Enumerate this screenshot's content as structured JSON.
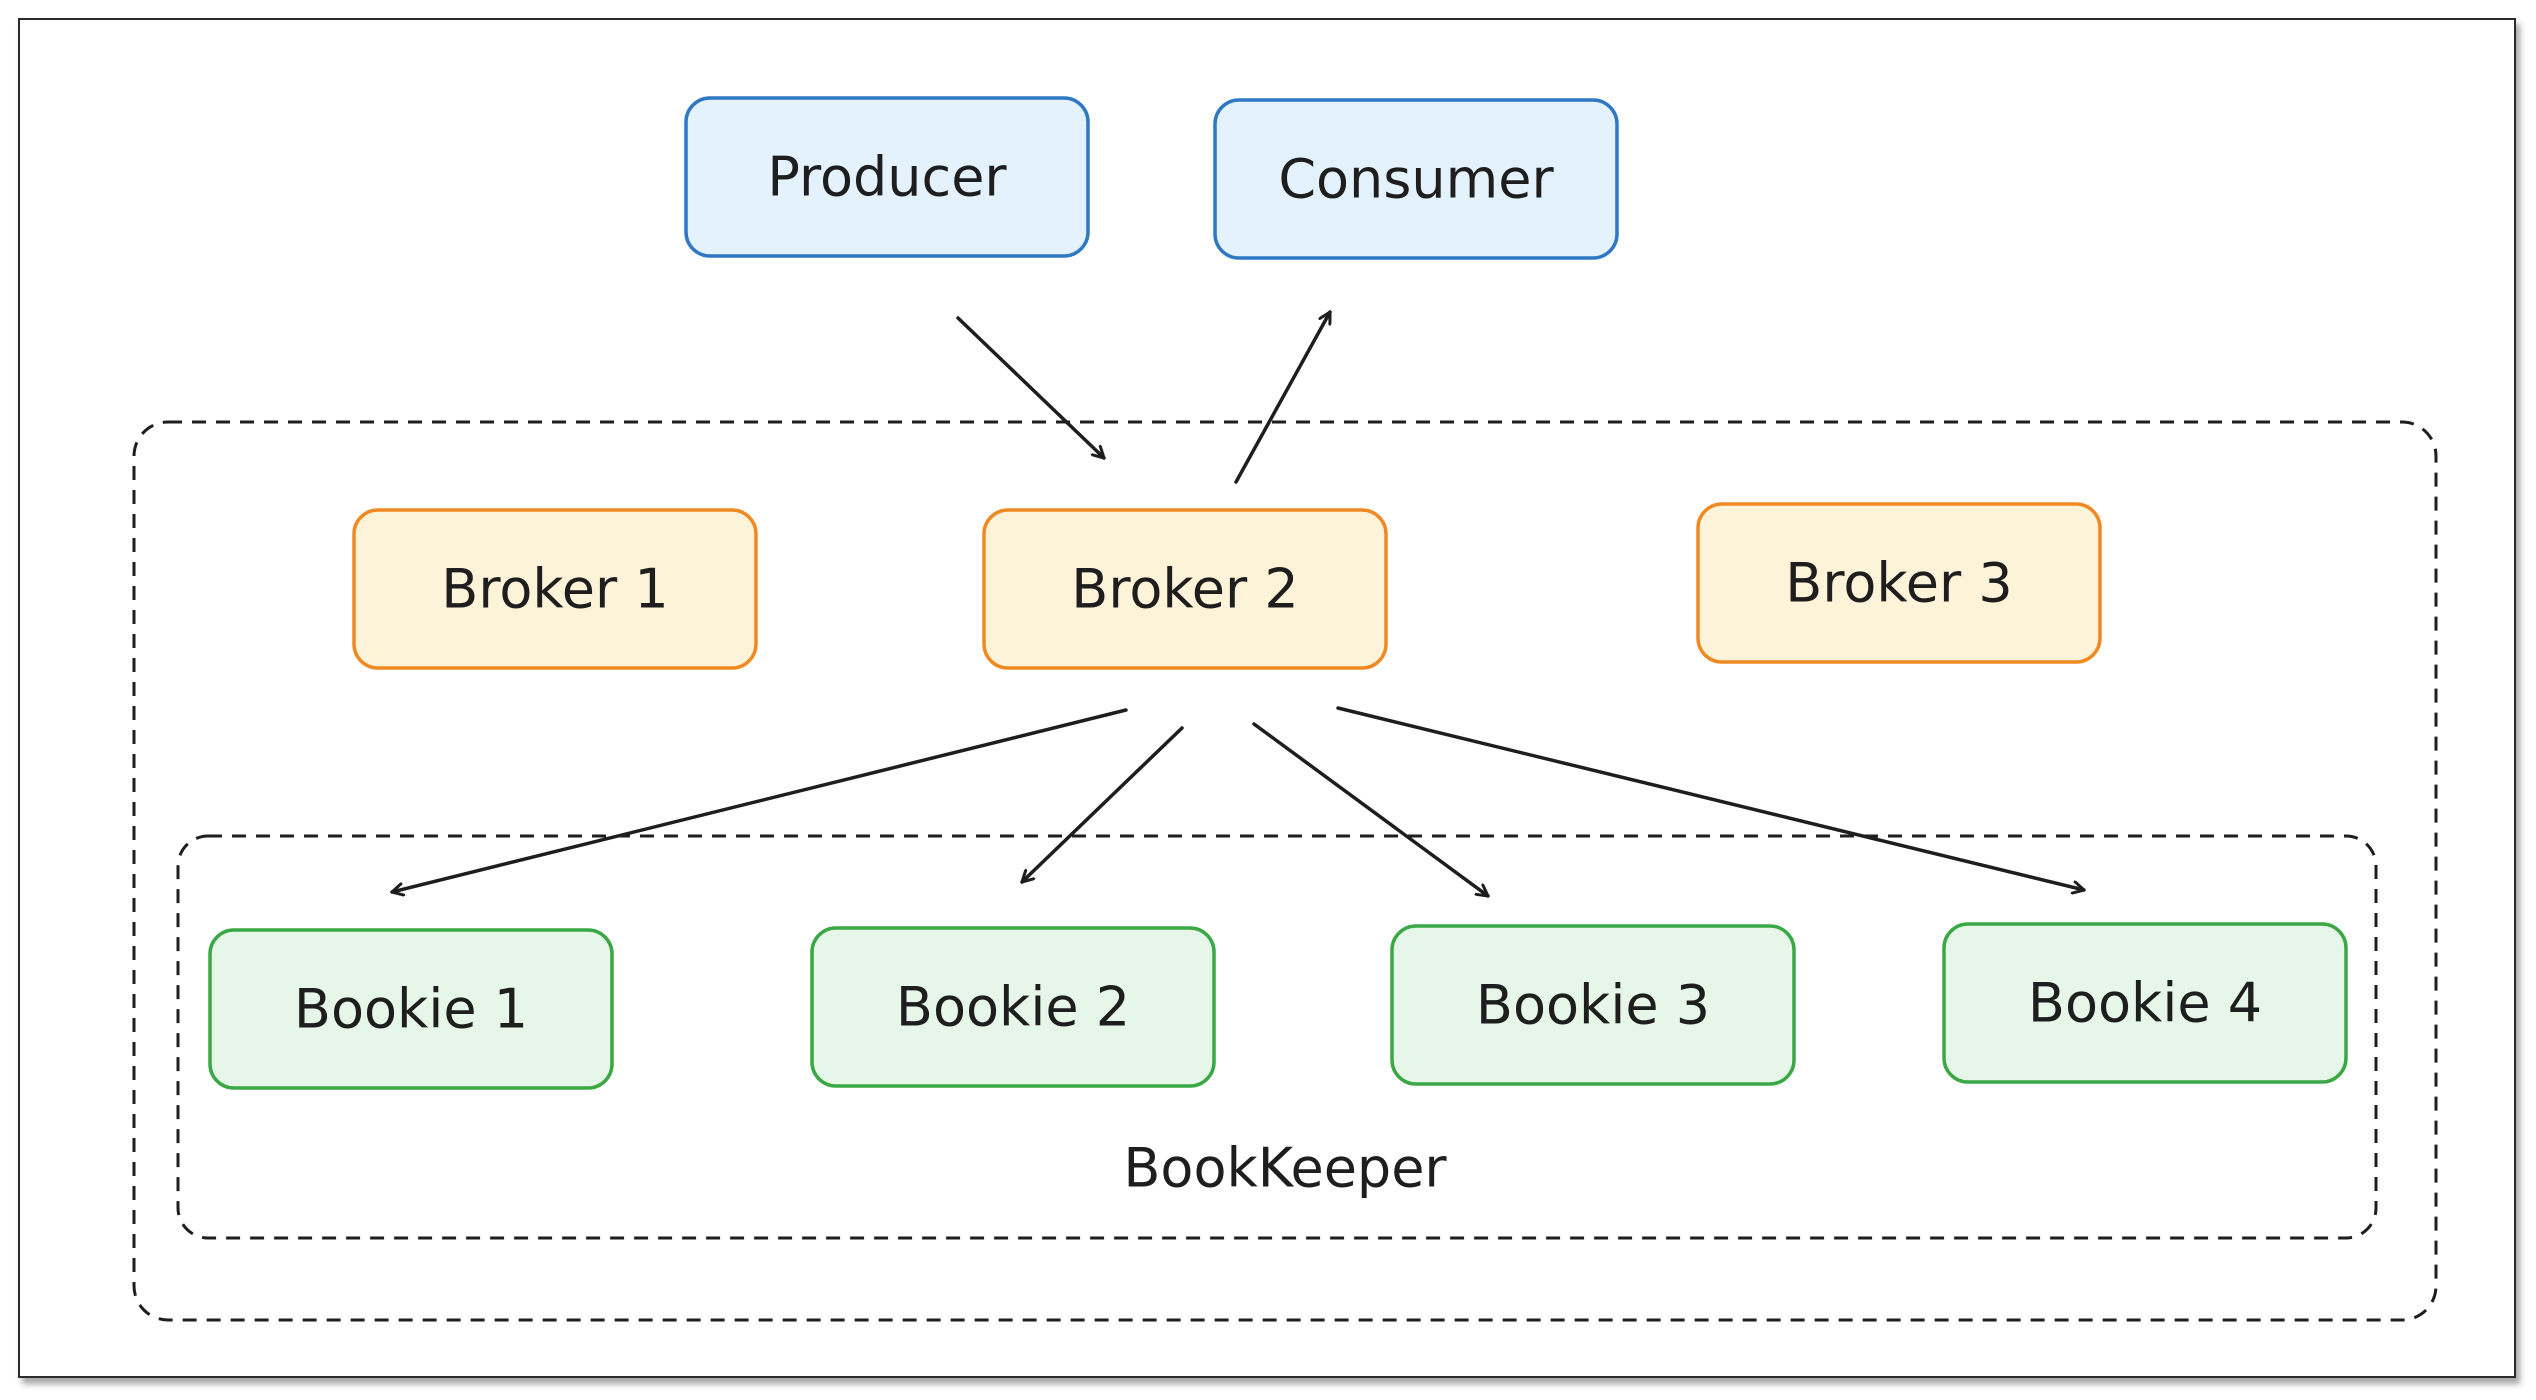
{
  "colors": {
    "client_fill": "#e3f2fc",
    "client_stroke": "#2f78c4",
    "broker_fill": "#fdf3d9",
    "broker_stroke": "#ef8a23",
    "bookie_fill": "#e6f6e9",
    "bookie_stroke": "#3aa845",
    "line": "#1e1e1e"
  },
  "clients": {
    "producer_label": "Producer",
    "consumer_label": "Consumer"
  },
  "brokers": {
    "broker_1_label": "Broker 1",
    "broker_2_label": "Broker 2",
    "broker_3_label": "Broker 3"
  },
  "bookkeeper": {
    "group_label": "BookKeeper",
    "bookie_1_label": "Bookie 1",
    "bookie_2_label": "Bookie 2",
    "bookie_3_label": "Bookie 3",
    "bookie_4_label": "Bookie 4"
  }
}
